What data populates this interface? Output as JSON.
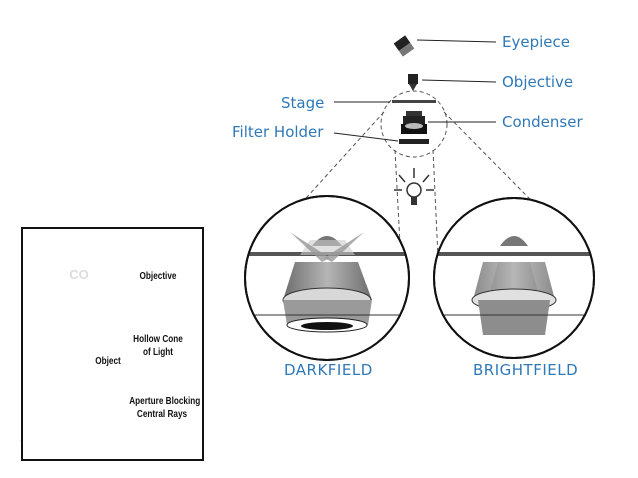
{
  "main_diagram": {
    "labels": {
      "eyepiece": "Eyepiece",
      "objective": "Objective",
      "stage": "Stage",
      "condenser": "Condenser",
      "filter_holder": "Filter Holder"
    },
    "darkfield": "DARKFIELD",
    "brightfield": "BRIGHTFIELD"
  },
  "inset": {
    "objective": "Objective",
    "objective_badge": "CO",
    "hollow_cone_line1": "Hollow Cone",
    "hollow_cone_line2": "of Light",
    "object": "Object",
    "aperture_line1": "Aperture Blocking",
    "aperture_line2": "Central Rays"
  },
  "colors": {
    "label_blue": "#2f79b8",
    "lens_gray": "#8a8a8a",
    "light_yellow": "#f4e27a"
  }
}
